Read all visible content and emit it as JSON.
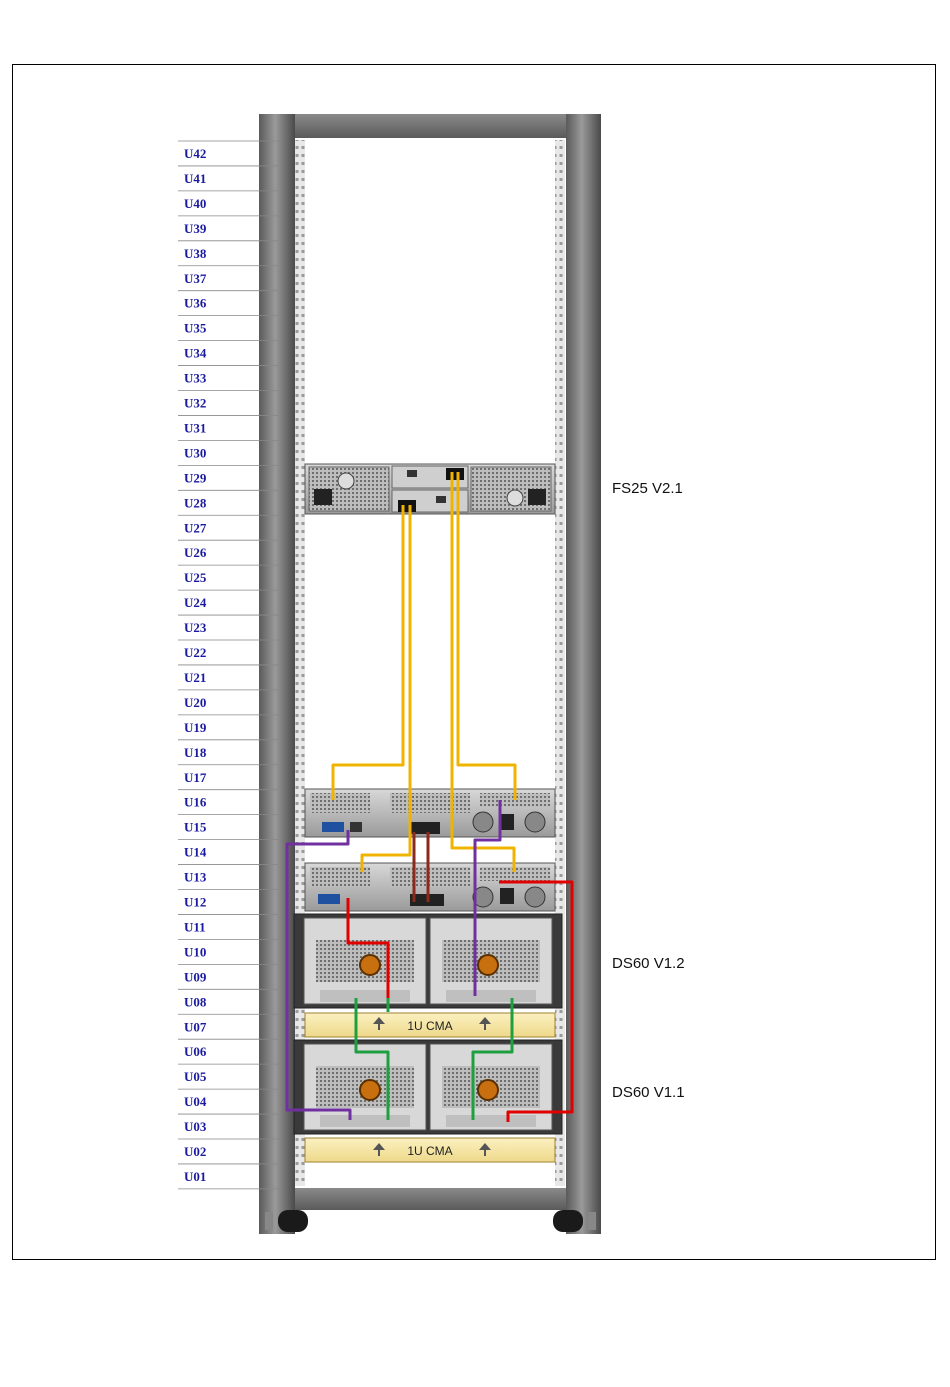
{
  "rack": {
    "units": [
      "U42",
      "U41",
      "U40",
      "U39",
      "U38",
      "U37",
      "U36",
      "U35",
      "U34",
      "U33",
      "U32",
      "U31",
      "U30",
      "U29",
      "U28",
      "U27",
      "U26",
      "U25",
      "U24",
      "U23",
      "U22",
      "U21",
      "U20",
      "U19",
      "U18",
      "U17",
      "U16",
      "U15",
      "U14",
      "U13",
      "U12",
      "U11",
      "U10",
      "U09",
      "U08",
      "U07",
      "U06",
      "U05",
      "U04",
      "U03",
      "U02",
      "U01"
    ]
  },
  "devices": {
    "fs25": {
      "label": "FS25 V2.1"
    },
    "ds60_top": {
      "label": "DS60 V1.2"
    },
    "ds60_bottom": {
      "label": "DS60 V1.1"
    }
  },
  "cma": {
    "upper_label": "1U CMA",
    "lower_label": "1U CMA"
  },
  "colors": {
    "sas_cable": "#f0b400",
    "management_cable": "#7030a0",
    "red_cable": "#e00000",
    "green_cable": "#1fa040",
    "brown_cable": "#8b2a1a",
    "unit_label": "#1a1aa0"
  }
}
